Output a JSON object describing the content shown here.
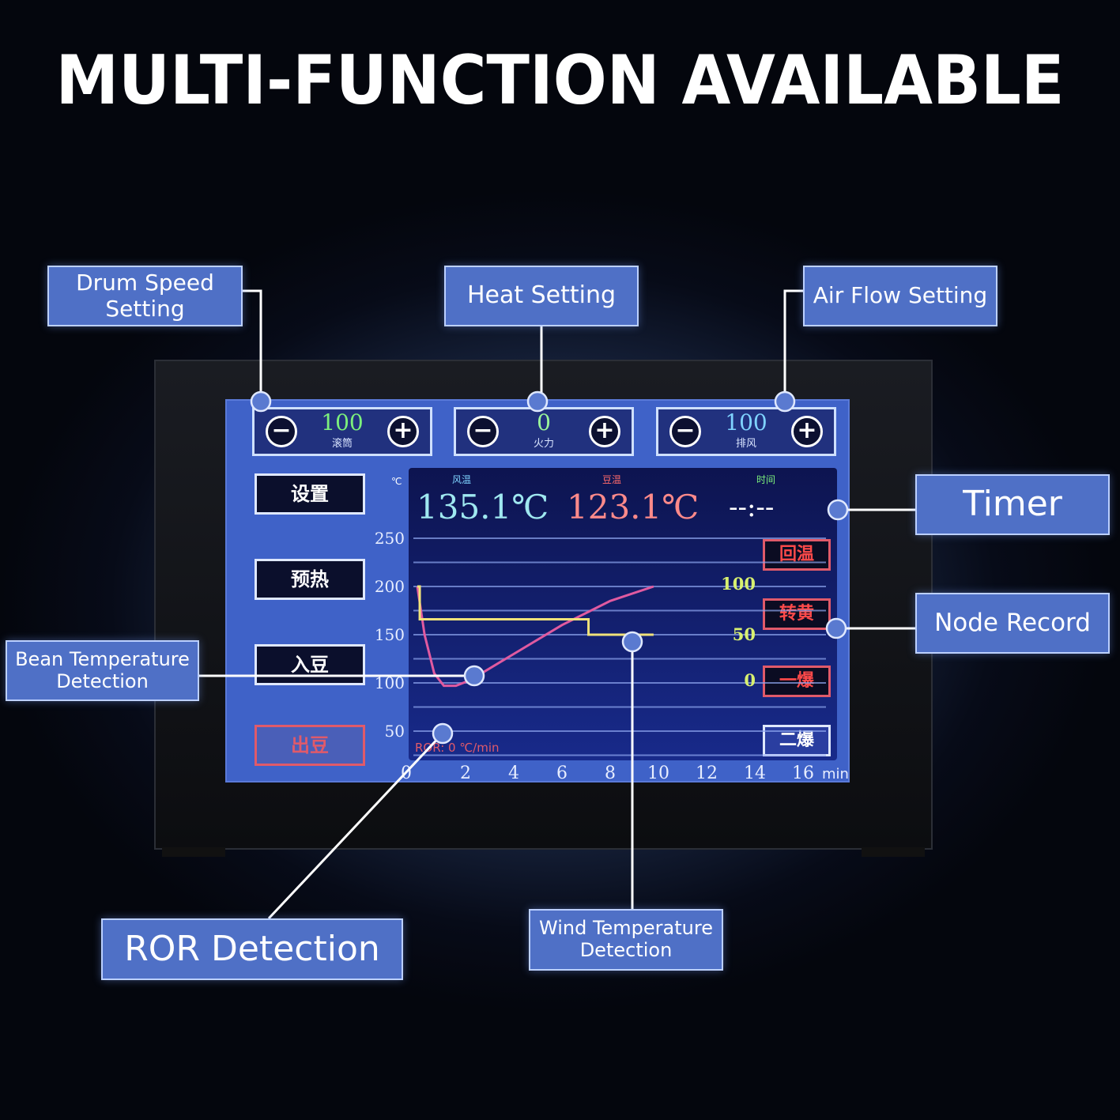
{
  "title": "MULTI-FUNCTION AVAILABLE",
  "controls": [
    {
      "value": "100",
      "label": "滚筒",
      "color": "#7cf07c"
    },
    {
      "value": "0",
      "label": "火力",
      "color": "#9af59a"
    },
    {
      "value": "100",
      "label": "排风",
      "color": "#7fd3ff"
    }
  ],
  "side_buttons": [
    "设置",
    "预热",
    "入豆",
    "出豆"
  ],
  "readouts": {
    "unit": "℃",
    "wind_label": "风温",
    "wind_value": "135.1℃",
    "bean_label": "豆温",
    "bean_value": "123.1℃",
    "time_label": "时间",
    "time_value": "--:--",
    "ror": "ROR: 0  ℃/min"
  },
  "nodes": [
    "回温",
    "转黄",
    "一爆",
    "二爆"
  ],
  "chart_data": {
    "type": "line",
    "xlabel": "min",
    "x_ticks": [
      "0",
      "2",
      "4",
      "6",
      "8",
      "10",
      "12",
      "14",
      "16"
    ],
    "xlim": [
      0,
      17
    ],
    "ylabel": "℃",
    "y_ticks": [
      "50",
      "100",
      "150",
      "200",
      "250"
    ],
    "ylim": [
      0,
      260
    ],
    "y2_ticks": [
      "0",
      "50",
      "100"
    ],
    "series": [
      {
        "name": "Bean Temperature",
        "color": "#e05aa0",
        "points": [
          [
            0,
            200
          ],
          [
            0.3,
            150
          ],
          [
            0.7,
            110
          ],
          [
            1.1,
            97
          ],
          [
            1.6,
            97
          ],
          [
            2.2,
            103
          ],
          [
            4,
            130
          ],
          [
            6,
            160
          ],
          [
            8,
            185
          ],
          [
            9.8,
            200
          ]
        ]
      },
      {
        "name": "Wind Temperature",
        "color": "#f0e27a",
        "points": [
          [
            0,
            200
          ],
          [
            0.1,
            200
          ],
          [
            0.1,
            166
          ],
          [
            7.1,
            166
          ],
          [
            7.1,
            150
          ],
          [
            9.8,
            150
          ]
        ]
      }
    ]
  },
  "callouts": {
    "drum": "Drum Speed Setting",
    "heat": "Heat Setting",
    "air": "Air Flow Setting",
    "timer": "Timer",
    "node": "Node Record",
    "bean": "Bean Temperature Detection",
    "ror": "ROR Detection",
    "wind": "Wind Temperature Detection"
  },
  "colors": {
    "callout": "#4f70c6",
    "screen": "#3f62c8"
  }
}
